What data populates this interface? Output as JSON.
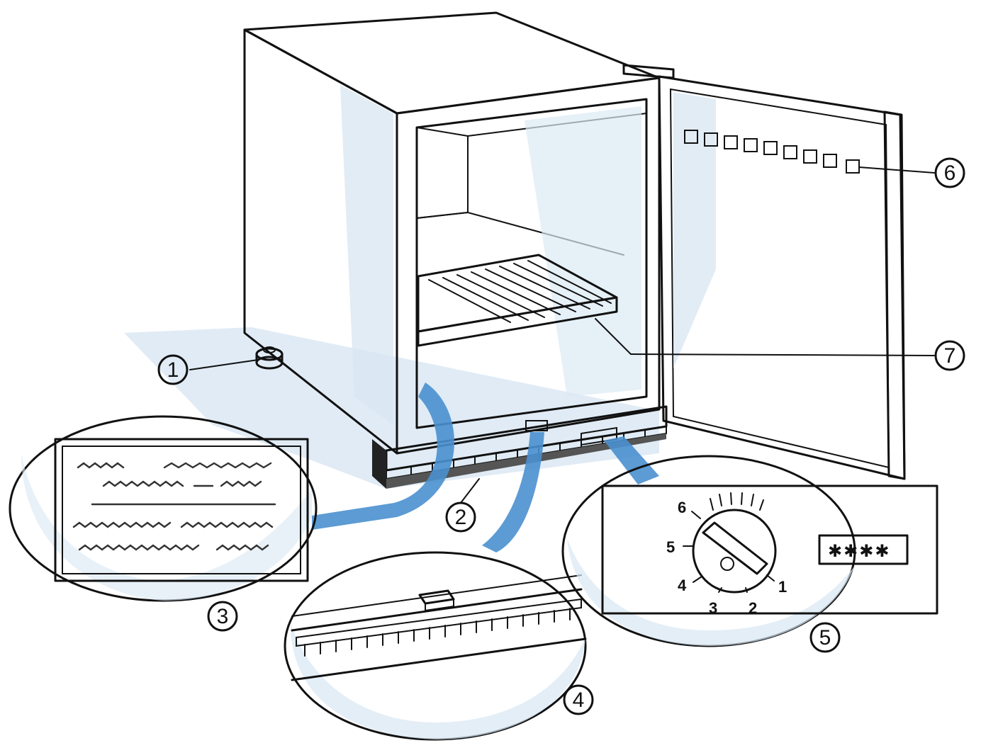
{
  "callouts": [
    {
      "id": "1",
      "label": "1"
    },
    {
      "id": "2",
      "label": "2"
    },
    {
      "id": "3",
      "label": "3"
    },
    {
      "id": "4",
      "label": "4"
    },
    {
      "id": "5",
      "label": "5"
    },
    {
      "id": "6",
      "label": "6"
    },
    {
      "id": "7",
      "label": "7"
    }
  ],
  "dial": {
    "numbers": [
      "1",
      "2",
      "3",
      "4",
      "5",
      "6"
    ]
  },
  "star_rating": {
    "text": "✱✱✱✱",
    "count": 4
  },
  "colors": {
    "ink": "#111111",
    "shadow_blue": "#cfe0ef",
    "accent_blue": "#4a90cf"
  }
}
